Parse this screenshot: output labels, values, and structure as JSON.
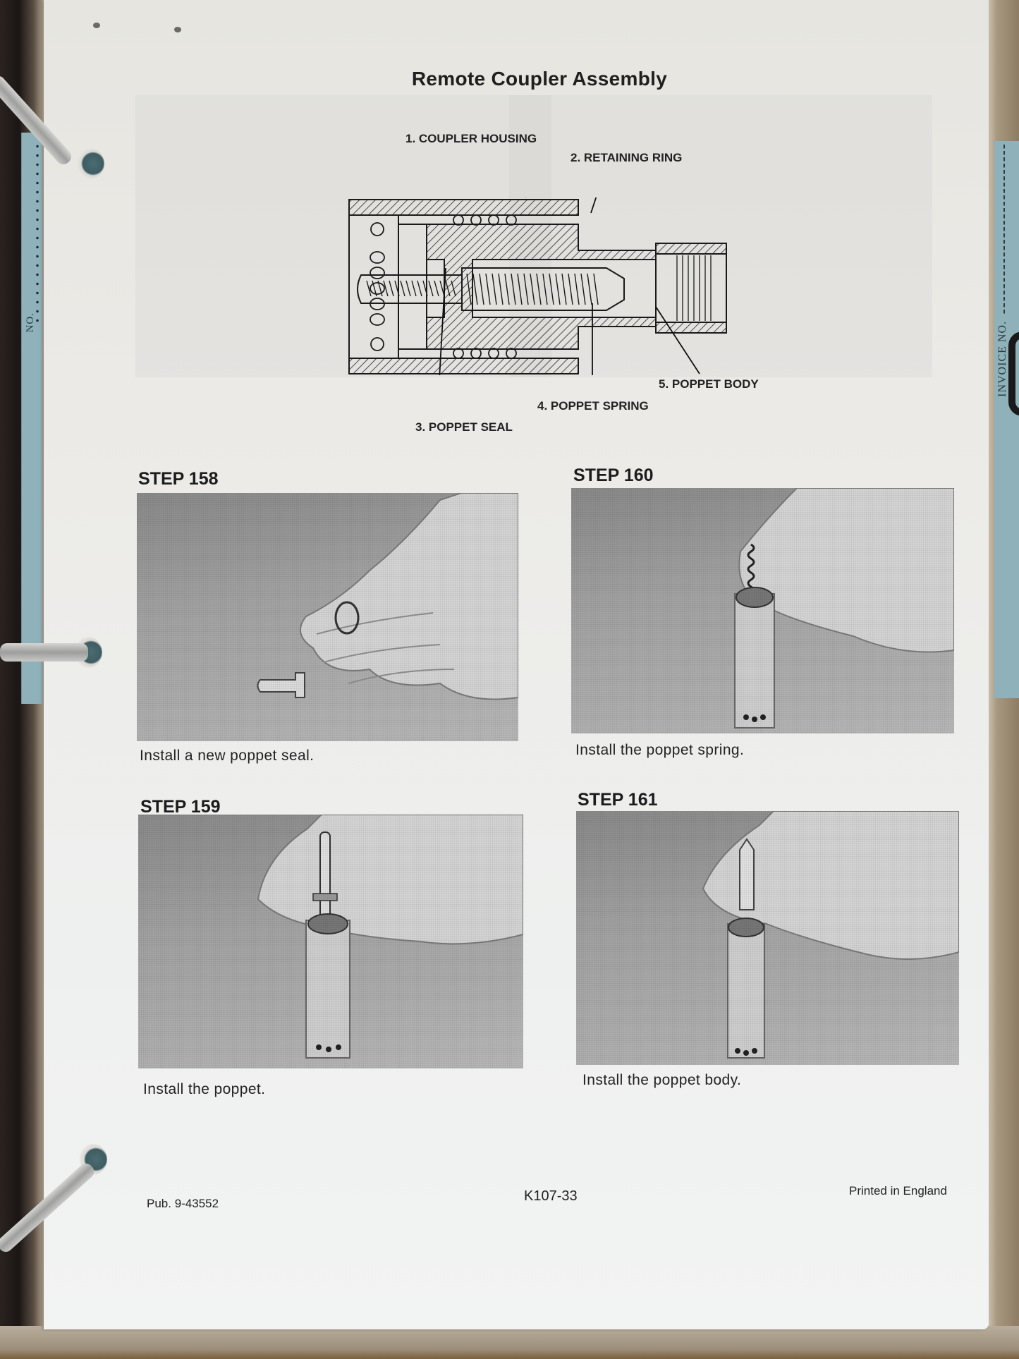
{
  "document": {
    "title": "Remote Coupler Assembly",
    "diagram": {
      "name": "remote-coupler-cross-section",
      "labels": [
        {
          "number": "1.",
          "text": "COUPLER HOUSING",
          "full": "1. COUPLER HOUSING"
        },
        {
          "number": "2.",
          "text": "RETAINING RING",
          "full": "2. RETAINING RING"
        },
        {
          "number": "3.",
          "text": "POPPET SEAL",
          "full": "3. POPPET SEAL"
        },
        {
          "number": "4.",
          "text": "POPPET SPRING",
          "full": "4. POPPET SPRING"
        },
        {
          "number": "5.",
          "text": "POPPET BODY",
          "full": "5. POPPET BODY"
        }
      ]
    },
    "steps": [
      {
        "title": "STEP 158",
        "caption": "Install a new poppet seal.",
        "photo": "hand-holding-seal-ring-with-poppet"
      },
      {
        "title": "STEP 159",
        "caption": "Install the poppet.",
        "photo": "hand-inserting-poppet-into-body"
      },
      {
        "title": "STEP 160",
        "caption": "Install the poppet spring.",
        "photo": "hand-holding-spring-over-body"
      },
      {
        "title": "STEP 161",
        "caption": "Install the poppet body.",
        "photo": "hand-inserting-poppet-body"
      }
    ],
    "footer": {
      "publication": "Pub. 9-43552",
      "page_code": "K107-33",
      "printed": "Printed in England"
    }
  },
  "surroundings": {
    "left_strip_text": "NO.",
    "right_card_text": "INVOICE NO."
  },
  "colors": {
    "paper": "#eceae6",
    "text": "#1f1f1f",
    "photo_gray": "#a3a3a3",
    "blue_card": "#8fb1ba"
  }
}
